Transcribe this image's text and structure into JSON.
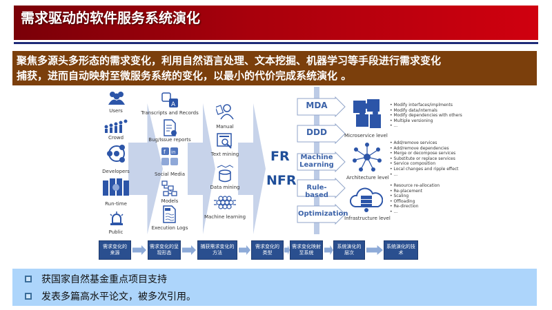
{
  "header": {
    "title": "需求驱动的软件服务系统演化"
  },
  "summary": {
    "line1": "聚焦多源头多形态的需求变化，利用自然语言处理、文本挖掘、机器学习等手段进行需求变化",
    "line2": "捕获，进而自动映射至微服务系统的变化，以最小的代价完成系统演化 。"
  },
  "diagram": {
    "sources": [
      "Users",
      "Crowd",
      "Developers",
      "Run-time",
      "Public"
    ],
    "forms": [
      "Transcripts and Records",
      "Bug/Issue reports",
      "Social Media",
      "Models",
      "Execution Logs"
    ],
    "methods": [
      "Manual",
      "Text mining",
      "Data mining",
      "Machine learning"
    ],
    "types": [
      "FR",
      "NFR"
    ],
    "techniques": [
      "MDA",
      "DDD",
      "Machine Learning",
      "Rule-based",
      "Optimization"
    ],
    "levels": [
      {
        "name": "Microservice level",
        "items": [
          "Modify interfaces/implments",
          "Modify data/internals",
          "Modify dependencies with others",
          "Multiple versioning",
          "..."
        ]
      },
      {
        "name": "Architecture level",
        "items": [
          "Add/remove services",
          "Add/remove dependencies",
          "Merge or decompose services",
          "Substitute or replace services",
          "Service composition",
          "Local changes and ripple effect",
          "..."
        ]
      },
      {
        "name": "Infrastructure level",
        "items": [
          "Resource re-allocation",
          "Re-placement",
          "Scaling",
          "Offloading",
          "Re-direction",
          "..."
        ]
      }
    ]
  },
  "flow": [
    "需求变化的来源",
    "需求变化的呈现形态",
    "捕获需求变化的方法",
    "需求变化的类型",
    "需求变化映射至系统",
    "系统演化的层次",
    "系统演化的技术"
  ],
  "notes": [
    "获国家自然基金重点项目支持",
    "发表多篇高水平论文，被多次引用。"
  ],
  "colors": {
    "title_bg": "#a8000c",
    "summary_bg": "#7b3f0c",
    "accent": "#1f4e99",
    "notes_bg": "#add5fb"
  }
}
